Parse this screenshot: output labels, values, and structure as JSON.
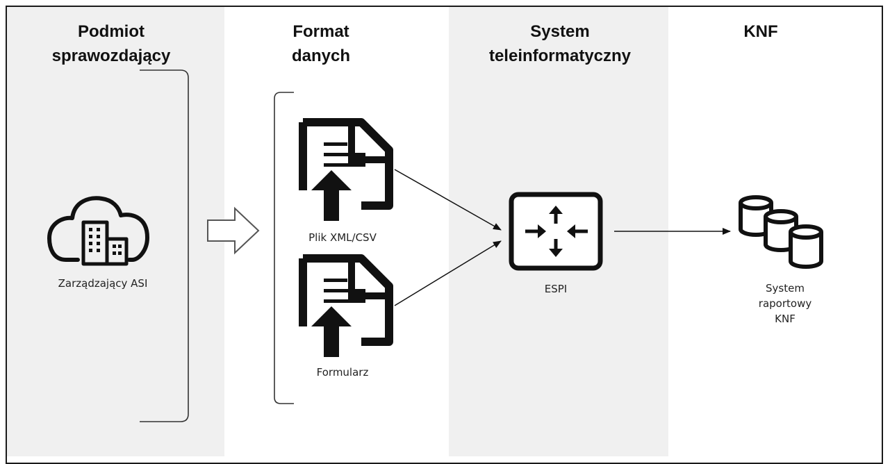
{
  "columns": [
    {
      "heading_line1": "Podmiot",
      "heading_line2": "sprawozdający"
    },
    {
      "heading_line1": "Format",
      "heading_line2": "danych"
    },
    {
      "heading_line1": "System",
      "heading_line2": "teleinformatyczny"
    },
    {
      "heading_line1": "KNF",
      "heading_line2": ""
    }
  ],
  "nodes": {
    "asi": {
      "label": "Zarządzający ASI",
      "icon": "cloud-building-icon"
    },
    "file": {
      "label": "Plik XML/CSV",
      "icon": "document-upload-icon"
    },
    "form": {
      "label": "Formularz",
      "icon": "document-upload-icon"
    },
    "espi": {
      "label": "ESPI",
      "icon": "router-icon"
    },
    "knf": {
      "label_line1": "System",
      "label_line2": "raportowy",
      "label_line3": "KNF",
      "icon": "database-icon"
    }
  },
  "colors": {
    "band": "#f0f0f0",
    "ink": "#111111"
  }
}
